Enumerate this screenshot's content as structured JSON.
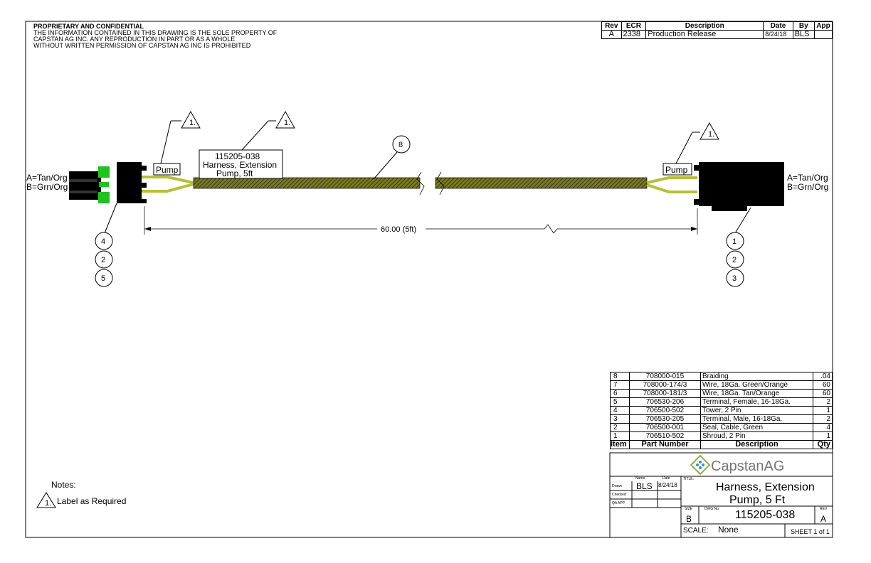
{
  "header": {
    "line1": "PROPRIETARY AND CONFIDENTIAL",
    "line2": "THE INFORMATION CONTAINED IN THIS DRAWING IS THE SOLE PROPERTY OF",
    "line3": "CAPSTAN AG INC. ANY REPRODUCTION IN PART OR AS A WHOLE",
    "line4": "WITHOUT WRITTEN PERMISSION OF CAPSTAN AG INC IS PROHIBITED"
  },
  "revision_table": {
    "headers": [
      "Rev",
      "ECR",
      "Description",
      "Date",
      "By",
      "App"
    ],
    "rows": [
      [
        "A",
        "2338",
        "Production Release",
        "8/24/18",
        "BLS",
        ""
      ]
    ]
  },
  "drawing": {
    "left_pins": [
      "A=Tan/Org",
      "B=Grn/Org"
    ],
    "right_pins": [
      "A=Tan/Org",
      "B=Grn/Org"
    ],
    "pump_label": "Pump",
    "center_label": [
      "115205-038",
      "Harness, Extension",
      "Pump, 5ft"
    ],
    "note_flag": "1.",
    "dimension": "60.00 (5ft)",
    "balloon_braid": "8",
    "left_balloons": [
      "4",
      "2",
      "5"
    ],
    "right_balloons": [
      "1",
      "2",
      "3"
    ],
    "colors": {
      "wire": "#b5bf3a",
      "seal": "#1fc21f",
      "body": "#000000"
    }
  },
  "notes": {
    "title": "Notes:",
    "items": [
      {
        "flag": "1.",
        "text": "Label as Required"
      }
    ]
  },
  "bom": {
    "headers": [
      "Item",
      "Part Number",
      "Description",
      "Qty"
    ],
    "rows": [
      [
        "8",
        "708000-015",
        "Braiding",
        ".04"
      ],
      [
        "7",
        "708000-174/3",
        "Wire, 18Ga. Green/Orange",
        "60"
      ],
      [
        "6",
        "708000-181/3",
        "Wire, 18Ga. Tan/Orange",
        "60"
      ],
      [
        "5",
        "706530-206",
        "Terminal, Female, 16-18Ga.",
        "2"
      ],
      [
        "4",
        "706500-502",
        "Tower, 2 Pin",
        "1"
      ],
      [
        "3",
        "706530-205",
        "Terminal, Male, 16-18Ga.",
        "2"
      ],
      [
        "2",
        "706500-001",
        "Seal, Cable, Green",
        "4"
      ],
      [
        "1",
        "706510-502",
        "Shroud, 2 Pin",
        "1"
      ]
    ]
  },
  "title_block": {
    "logo": "CapstanAG",
    "name_label": "Name",
    "date_label": "Date",
    "drawn_label": "Drawn",
    "checked_label": "Checked",
    "qa_label": "QA APP",
    "drawn_name": "BLS",
    "drawn_date": "8/24/18",
    "title_label": "TITLE:",
    "title1": "Harness, Extension",
    "title2": "Pump, 5 Ft",
    "size_label": "SIZE",
    "size": "B",
    "dwg_label": "DWG No:",
    "dwg_no": "115205-038",
    "rev_label": "REV",
    "rev": "A",
    "scale_label": "SCALE:",
    "scale": "None",
    "sheet": "SHEET 1 of 1"
  }
}
